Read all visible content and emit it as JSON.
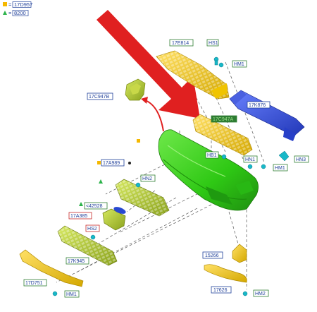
{
  "legend": [
    {
      "symbol": "square",
      "color": "#f5b800",
      "code": "17D957"
    },
    {
      "symbol": "triangle",
      "color": "#2cb34a",
      "code": "8200"
    }
  ],
  "legend_eq": "=",
  "labels": {
    "l_17E814": "17E814",
    "l_HS1": "HS1",
    "l_HM1_top": "HM1",
    "l_17C947B": "17C947B",
    "l_17K876": "17K876",
    "l_17C947A": "17C947A",
    "l_HB1": "HB1",
    "l_HN1": "HN1",
    "l_HM1_mid": "HM1",
    "l_HN3": "HN3",
    "l_17A989": "17A989",
    "l_HN2": "HN2",
    "l_42528": "<42528",
    "l_17A385": "17A385",
    "l_HS2": "HS2",
    "l_17K945": "17K945",
    "l_15266": "15266",
    "l_17626": "17626",
    "l_17D751": "17D751",
    "l_HM2": "HM2",
    "l_HM1_bot": "HM1"
  },
  "colors": {
    "label_blue": "#1f3f99",
    "label_green": "#2e7d32",
    "label_red": "#c62828",
    "bumper_green": "#33cc1a",
    "absorber_yellow": "#e8c000",
    "beam_blue": "#3a55d8",
    "grille_olive": "#9fb82a",
    "arrow_red": "#e02020",
    "clip_cyan": "#18b8c8"
  }
}
